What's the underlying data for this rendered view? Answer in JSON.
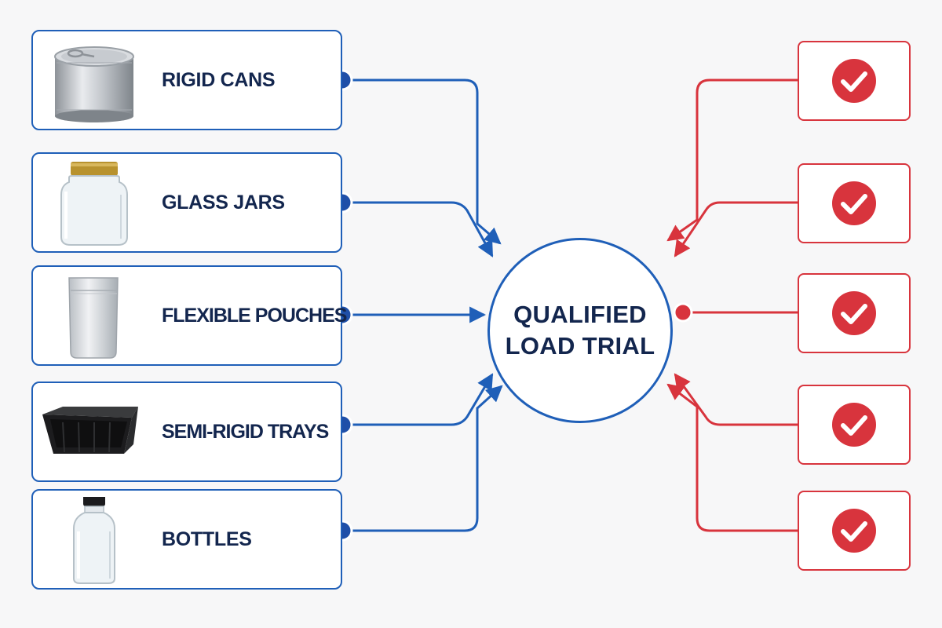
{
  "hub": {
    "title": "QUALIFIED\nLOAD TRIAL"
  },
  "sources": [
    {
      "label": "RIGID CANS",
      "icon": "tin-can-icon"
    },
    {
      "label": "GLASS JARS",
      "icon": "glass-jar-icon"
    },
    {
      "label": "FLEXIBLE POUCHES",
      "icon": "foil-pouch-icon"
    },
    {
      "label": "SEMI-RIGID TRAYS",
      "icon": "plastic-tray-icon"
    },
    {
      "label": "BOTTLES",
      "icon": "bottle-icon"
    }
  ],
  "results": [
    {
      "icon": "check-circle-icon"
    },
    {
      "icon": "check-circle-icon"
    },
    {
      "icon": "check-circle-icon"
    },
    {
      "icon": "check-circle-icon"
    },
    {
      "icon": "check-circle-icon"
    }
  ],
  "colors": {
    "input_blue": "#1f5fb8",
    "output_red": "#d8343d",
    "text_navy": "#13264e",
    "background": "#f7f7f8"
  }
}
